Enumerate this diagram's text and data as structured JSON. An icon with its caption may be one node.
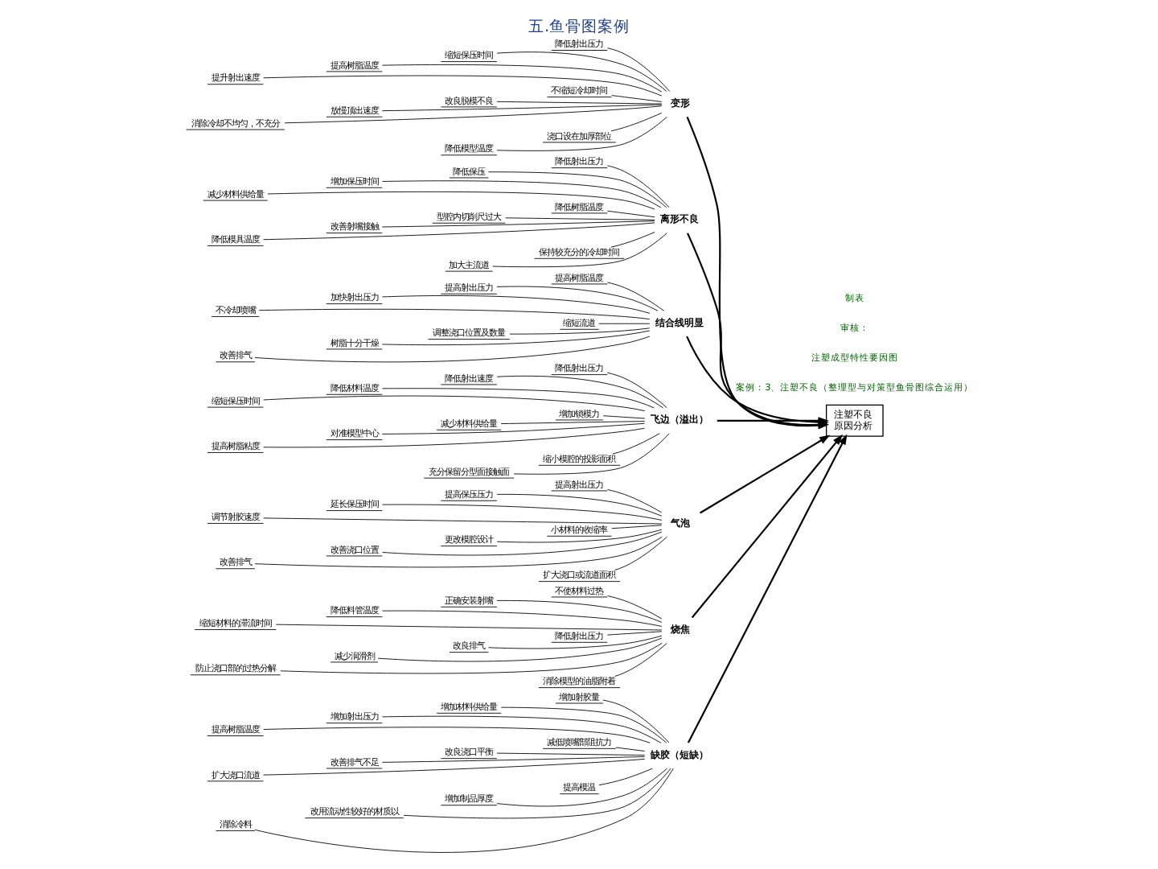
{
  "diagram": {
    "title": "五.鱼骨图案例",
    "nodes": [
      {
        "text": [
          "缺胶（短缺）"
        ]
      },
      {
        "text": [
          "增加射胶量"
        ]
      },
      {
        "text": [
          "增加材料供给量"
        ]
      },
      {
        "text": [
          "增加射出压力"
        ]
      },
      {
        "text": [
          "提高树脂温度"
        ]
      },
      {
        "text": [
          "减低喷嘴部阻抗力"
        ]
      },
      {
        "text": [
          "改良浇口平衡"
        ]
      },
      {
        "text": [
          "改善排气不足"
        ]
      },
      {
        "text": [
          "扩大浇口流道"
        ]
      },
      {
        "text": [
          "提高模温"
        ]
      },
      {
        "text": [
          "增加制品厚度"
        ]
      },
      {
        "text": [
          "改用流动性较好的材质以"
        ]
      },
      {
        "text": [
          "消除冷料"
        ]
      },
      {
        "text": [
          "变形"
        ]
      },
      {
        "text": [
          "降低射出压力"
        ]
      },
      {
        "text": [
          "缩短保压时间"
        ]
      },
      {
        "text": [
          "提高树脂温度"
        ]
      },
      {
        "text": [
          "提升射出速度"
        ]
      },
      {
        "text": [
          "不缩短冷却时间"
        ]
      },
      {
        "text": [
          "改良脱模不良"
        ]
      },
      {
        "text": [
          "放慢顶出速度"
        ]
      },
      {
        "text": [
          "消除冷却不均匀，不充分"
        ]
      },
      {
        "text": [
          "浇口设在加厚部位"
        ]
      },
      {
        "text": [
          "降低模型温度"
        ]
      },
      {
        "text": [
          "离形不良"
        ]
      },
      {
        "text": [
          "降低射出压力"
        ]
      },
      {
        "text": [
          "降低保压"
        ]
      },
      {
        "text": [
          "增加保压时间"
        ]
      },
      {
        "text": [
          "减少材料供给量"
        ]
      },
      {
        "text": [
          "降低树脂温度"
        ]
      },
      {
        "text": [
          "型腔内切削尺过大"
        ]
      },
      {
        "text": [
          "改善射嘴接触"
        ]
      },
      {
        "text": [
          "降低模具温度"
        ]
      },
      {
        "text": [
          "保持较充分的冷却时间"
        ]
      },
      {
        "text": [
          "加大主流道"
        ]
      },
      {
        "text": [
          "结合线明显"
        ]
      },
      {
        "text": [
          "提高树脂温度"
        ]
      },
      {
        "text": [
          "提高射出压力"
        ]
      },
      {
        "text": [
          "加快射出压力"
        ]
      },
      {
        "text": [
          "不冷却喷嘴"
        ]
      },
      {
        "text": [
          "缩短流道"
        ]
      },
      {
        "text": [
          "调整浇口位置及数量"
        ]
      },
      {
        "text": [
          "树脂十分干燥"
        ]
      },
      {
        "text": [
          "改善排气"
        ]
      },
      {
        "text": [
          "飞边（溢出）"
        ]
      },
      {
        "text": [
          "降低射出压力"
        ]
      },
      {
        "text": [
          "降低射出速度"
        ]
      },
      {
        "text": [
          "降低材料温度"
        ]
      },
      {
        "text": [
          "缩短保压时间"
        ]
      },
      {
        "text": [
          "增加锁模力"
        ]
      },
      {
        "text": [
          "减少材料供给量"
        ]
      },
      {
        "text": [
          "对准模型中心"
        ]
      },
      {
        "text": [
          "提高树脂粘度"
        ]
      },
      {
        "text": [
          "缩小模腔的投影面积"
        ]
      },
      {
        "text": [
          "充分保留分型面接触面"
        ]
      },
      {
        "text": [
          "气泡"
        ]
      },
      {
        "text": [
          "提高射出压力"
        ]
      },
      {
        "text": [
          "提高保压压力"
        ]
      },
      {
        "text": [
          "延长保压时间"
        ]
      },
      {
        "text": [
          "调节射胶速度"
        ]
      },
      {
        "text": [
          "小材料的收缩率"
        ]
      },
      {
        "text": [
          "更改模腔设计"
        ]
      },
      {
        "text": [
          "改善浇口位置"
        ]
      },
      {
        "text": [
          "改善排气"
        ]
      },
      {
        "text": [
          "扩大浇口或流道面积"
        ]
      },
      {
        "text": [
          "烧焦"
        ]
      },
      {
        "text": [
          "不使材料过热"
        ]
      },
      {
        "text": [
          "正确安装射嘴"
        ]
      },
      {
        "text": [
          "降低料管温度"
        ]
      },
      {
        "text": [
          "缩短材料的滞流时间"
        ]
      },
      {
        "text": [
          "降低射出压力"
        ]
      },
      {
        "text": [
          "改良排气"
        ]
      },
      {
        "text": [
          "减少润滑剂"
        ]
      },
      {
        "text": [
          "防止浇口部的过热分解"
        ]
      },
      {
        "text": [
          "消除模型的油脂附着"
        ]
      },
      {
        "text": [
          "注塑不良",
          "原因分析"
        ]
      }
    ],
    "edges": [
      {
        "from": 1,
        "to": 0,
        "arrow": "none"
      },
      {
        "from": 2,
        "to": 0,
        "arrow": "none"
      },
      {
        "from": 3,
        "to": 0,
        "arrow": "none"
      },
      {
        "from": 4,
        "to": 0,
        "arrow": "none"
      },
      {
        "from": 5,
        "to": 0,
        "arrow": "none"
      },
      {
        "from": 6,
        "to": 0,
        "arrow": "none"
      },
      {
        "from": 7,
        "to": 0,
        "arrow": "none"
      },
      {
        "from": 8,
        "to": 0,
        "arrow": "none"
      },
      {
        "from": 9,
        "to": 0,
        "arrow": "none"
      },
      {
        "from": 10,
        "to": 0,
        "arrow": "none"
      },
      {
        "from": 11,
        "to": 0,
        "arrow": "none"
      },
      {
        "from": 12,
        "to": 0,
        "arrow": "none"
      },
      {
        "from": 14,
        "to": 13,
        "arrow": "none"
      },
      {
        "from": 15,
        "to": 13,
        "arrow": "none"
      },
      {
        "from": 16,
        "to": 13,
        "arrow": "none"
      },
      {
        "from": 17,
        "to": 13,
        "arrow": "none"
      },
      {
        "from": 18,
        "to": 13,
        "arrow": "none"
      },
      {
        "from": 19,
        "to": 13,
        "arrow": "none"
      },
      {
        "from": 20,
        "to": 13,
        "arrow": "none"
      },
      {
        "from": 21,
        "to": 13,
        "arrow": "none"
      },
      {
        "from": 22,
        "to": 13,
        "arrow": "none"
      },
      {
        "from": 23,
        "to": 13,
        "arrow": "none"
      },
      {
        "from": 25,
        "to": 24,
        "arrow": "none"
      },
      {
        "from": 26,
        "to": 24,
        "arrow": "none"
      },
      {
        "from": 27,
        "to": 24,
        "arrow": "none"
      },
      {
        "from": 28,
        "to": 24,
        "arrow": "none"
      },
      {
        "from": 29,
        "to": 24,
        "arrow": "none"
      },
      {
        "from": 30,
        "to": 24,
        "arrow": "none"
      },
      {
        "from": 31,
        "to": 24,
        "arrow": "none"
      },
      {
        "from": 32,
        "to": 24,
        "arrow": "none"
      },
      {
        "from": 33,
        "to": 24,
        "arrow": "none"
      },
      {
        "from": 34,
        "to": 24,
        "arrow": "none"
      },
      {
        "from": 36,
        "to": 35,
        "arrow": "none"
      },
      {
        "from": 37,
        "to": 35,
        "arrow": "none"
      },
      {
        "from": 38,
        "to": 35,
        "arrow": "none"
      },
      {
        "from": 39,
        "to": 35,
        "arrow": "none"
      },
      {
        "from": 40,
        "to": 35,
        "arrow": "none"
      },
      {
        "from": 41,
        "to": 35,
        "arrow": "none"
      },
      {
        "from": 42,
        "to": 35,
        "arrow": "none"
      },
      {
        "from": 43,
        "to": 35,
        "arrow": "none"
      },
      {
        "from": 45,
        "to": 44,
        "arrow": "none"
      },
      {
        "from": 46,
        "to": 44,
        "arrow": "none"
      },
      {
        "from": 47,
        "to": 44,
        "arrow": "none"
      },
      {
        "from": 48,
        "to": 44,
        "arrow": "none"
      },
      {
        "from": 49,
        "to": 44,
        "arrow": "none"
      },
      {
        "from": 50,
        "to": 44,
        "arrow": "none"
      },
      {
        "from": 51,
        "to": 44,
        "arrow": "none"
      },
      {
        "from": 52,
        "to": 44,
        "arrow": "none"
      },
      {
        "from": 53,
        "to": 44,
        "arrow": "none"
      },
      {
        "from": 54,
        "to": 44,
        "arrow": "none"
      },
      {
        "from": 56,
        "to": 55,
        "arrow": "none"
      },
      {
        "from": 57,
        "to": 55,
        "arrow": "none"
      },
      {
        "from": 58,
        "to": 55,
        "arrow": "none"
      },
      {
        "from": 59,
        "to": 55,
        "arrow": "none"
      },
      {
        "from": 60,
        "to": 55,
        "arrow": "none"
      },
      {
        "from": 61,
        "to": 55,
        "arrow": "none"
      },
      {
        "from": 62,
        "to": 55,
        "arrow": "none"
      },
      {
        "from": 63,
        "to": 55,
        "arrow": "none"
      },
      {
        "from": 64,
        "to": 55,
        "arrow": "none"
      },
      {
        "from": 66,
        "to": 65,
        "arrow": "none"
      },
      {
        "from": 67,
        "to": 65,
        "arrow": "none"
      },
      {
        "from": 68,
        "to": 65,
        "arrow": "none"
      },
      {
        "from": 69,
        "to": 65,
        "arrow": "none"
      },
      {
        "from": 70,
        "to": 65,
        "arrow": "none"
      },
      {
        "from": 71,
        "to": 65,
        "arrow": "none"
      },
      {
        "from": 72,
        "to": 65,
        "arrow": "none"
      },
      {
        "from": 73,
        "to": 65,
        "arrow": "none"
      },
      {
        "from": 74,
        "to": 65,
        "arrow": "none"
      },
      {
        "from": 0,
        "to": 75,
        "arrow": "to"
      },
      {
        "from": 13,
        "to": 75,
        "arrow": "to"
      },
      {
        "from": 24,
        "to": 75,
        "arrow": "to"
      },
      {
        "from": 35,
        "to": 75,
        "arrow": "to"
      },
      {
        "from": 44,
        "to": 75,
        "arrow": "to"
      },
      {
        "from": 55,
        "to": 75,
        "arrow": "to"
      },
      {
        "from": 65,
        "to": 75,
        "arrow": "to"
      }
    ],
    "labels": [
      "案例：3、注塑不良（整理型与对策型鱼骨图综合运用）",
      "注塑成型特性要因图",
      "审核：",
      "制表"
    ]
  }
}
